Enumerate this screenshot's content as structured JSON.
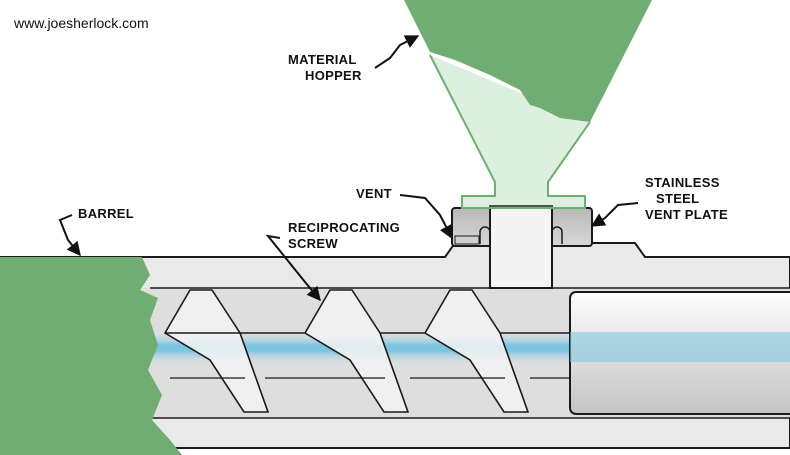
{
  "watermark": "www.joesherlock.com",
  "labels": {
    "material_hopper": [
      "MATERIAL",
      "HOPPER"
    ],
    "vent": "VENT",
    "vent_plate": [
      "STAINLESS",
      "STEEL",
      "VENT PLATE"
    ],
    "barrel": "BARREL",
    "reciprocating_screw": [
      "RECIPROCATING",
      "SCREW"
    ]
  },
  "colors": {
    "hopper_green": "#6fad72",
    "barrel_green": "#6fad72",
    "barrel_light": "#e6e6e6",
    "plastic_blue": "#7cc4e0",
    "outline": "#1a1a1a"
  }
}
